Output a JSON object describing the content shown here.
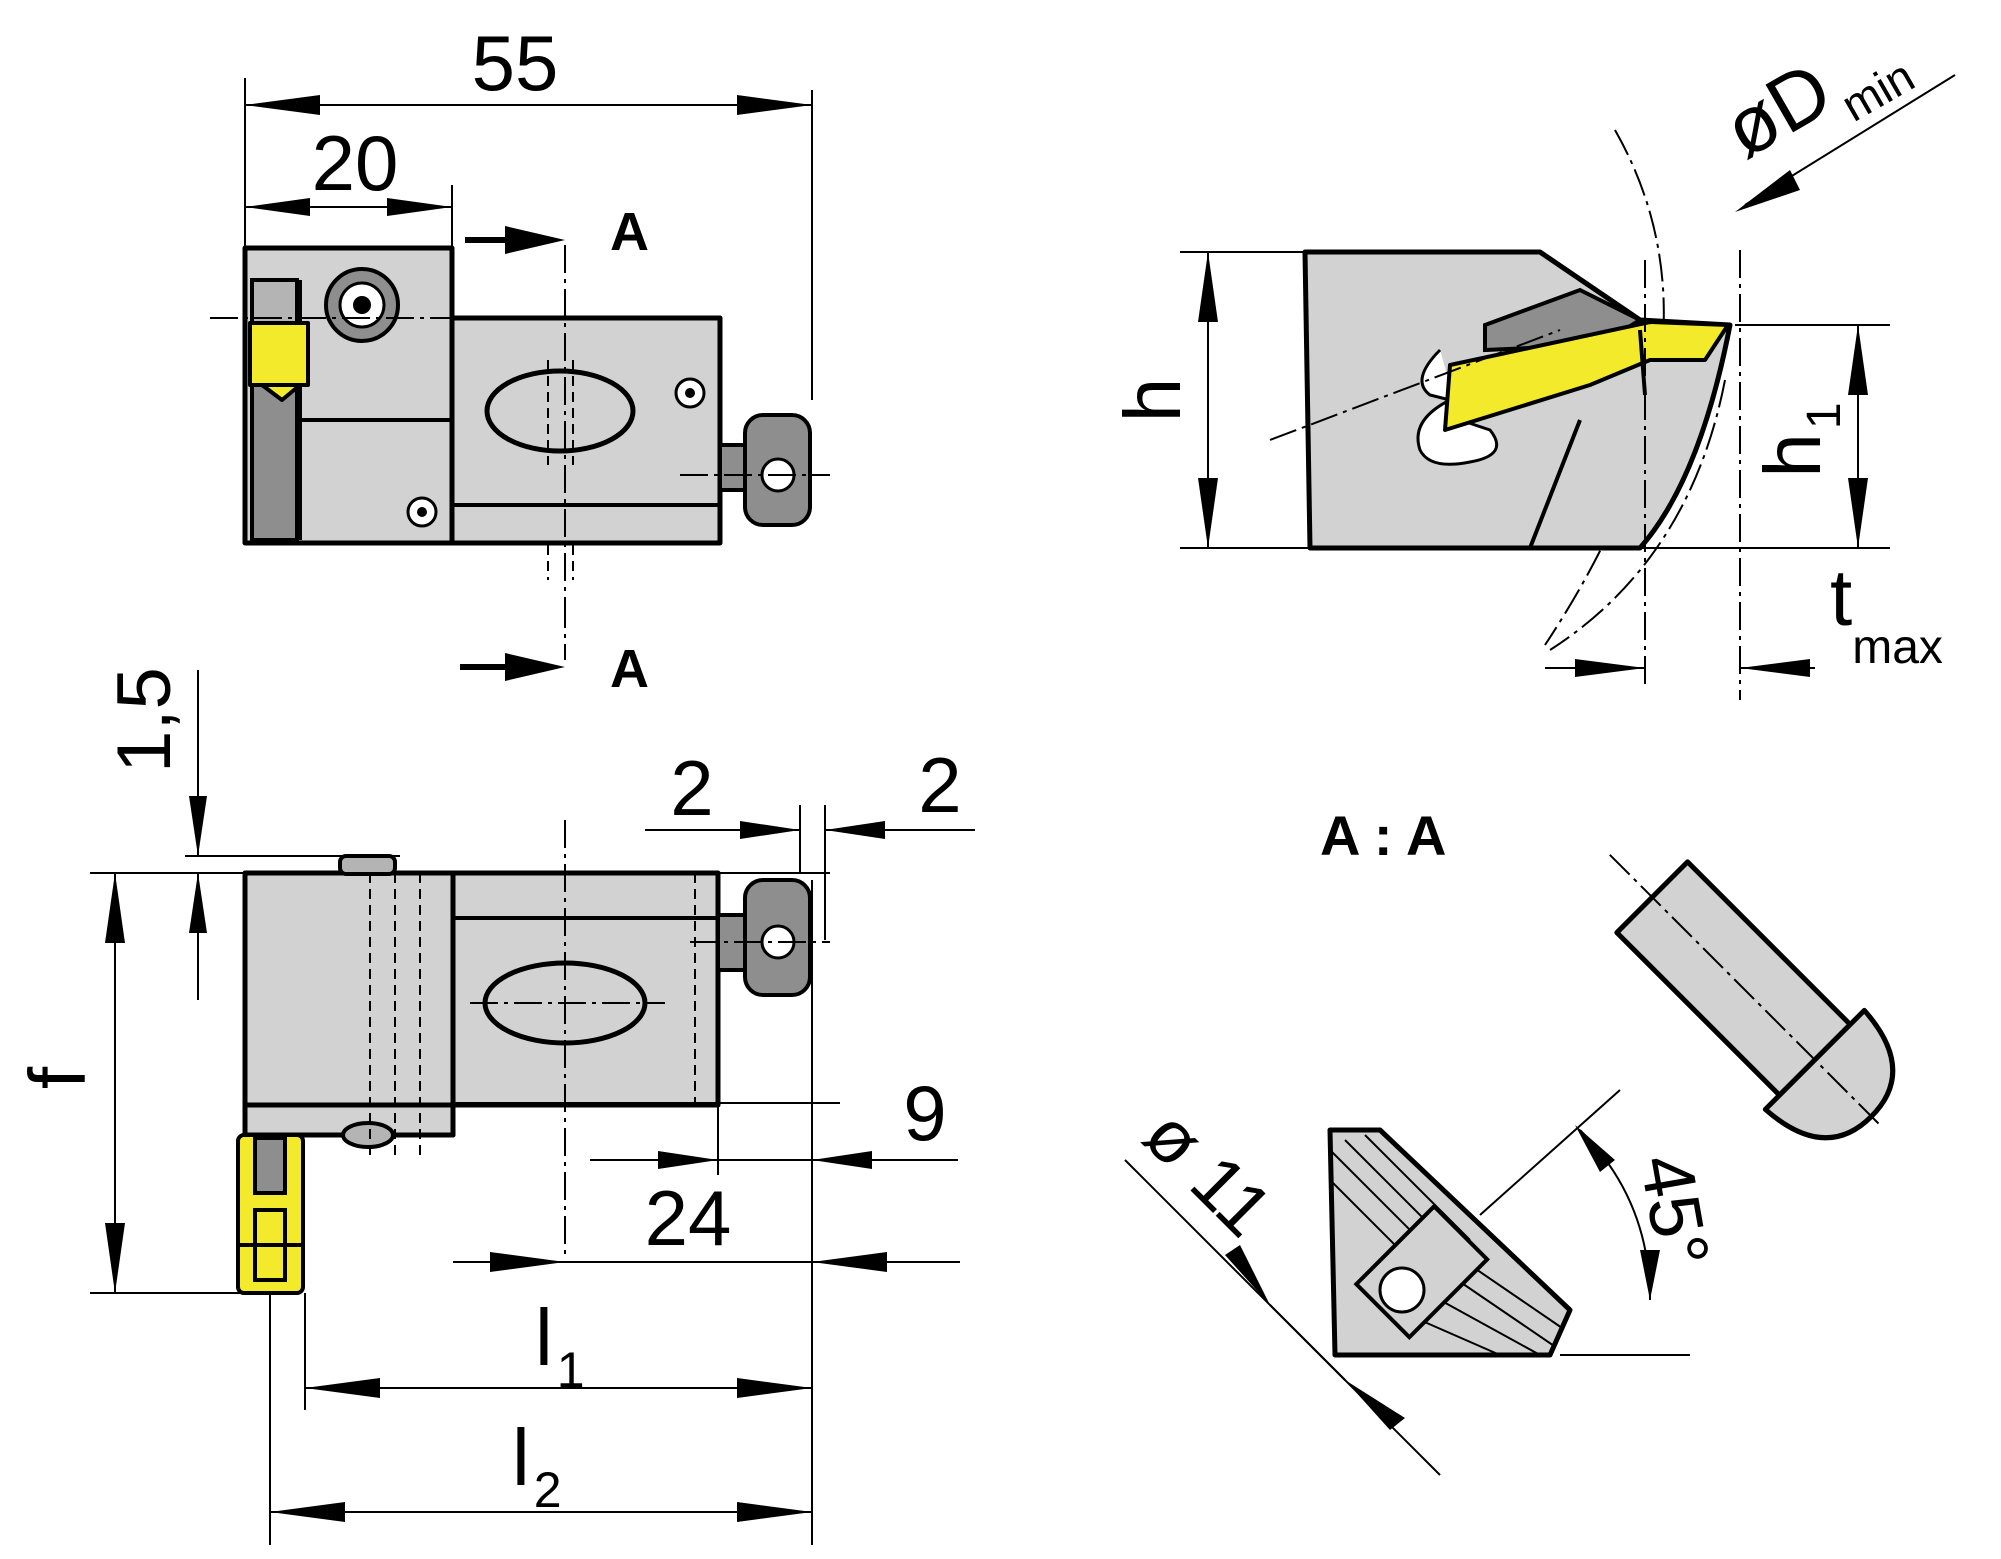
{
  "dimensions": {
    "total_length": "55",
    "head_length": "20",
    "height_offset": "1,5",
    "gap_left": "2",
    "gap_right": "2",
    "offset_9": "9",
    "length_24": "24",
    "f": "f",
    "l1": "l",
    "l1_sub": "1",
    "l2": "l",
    "l2_sub": "2",
    "h": "h",
    "h1": "h",
    "h1_sub": "1",
    "t": "t",
    "t_sub": "max",
    "dmin": "øD",
    "dmin_sub": "min",
    "dia_11": "ø 11",
    "angle_45": "45°"
  },
  "section": {
    "marker_top": "A",
    "marker_bottom": "A",
    "title": "A : A"
  },
  "colors": {
    "body": "#d2d2d2",
    "insert": "#f2ea2a",
    "dark": "#8e8e8e"
  }
}
